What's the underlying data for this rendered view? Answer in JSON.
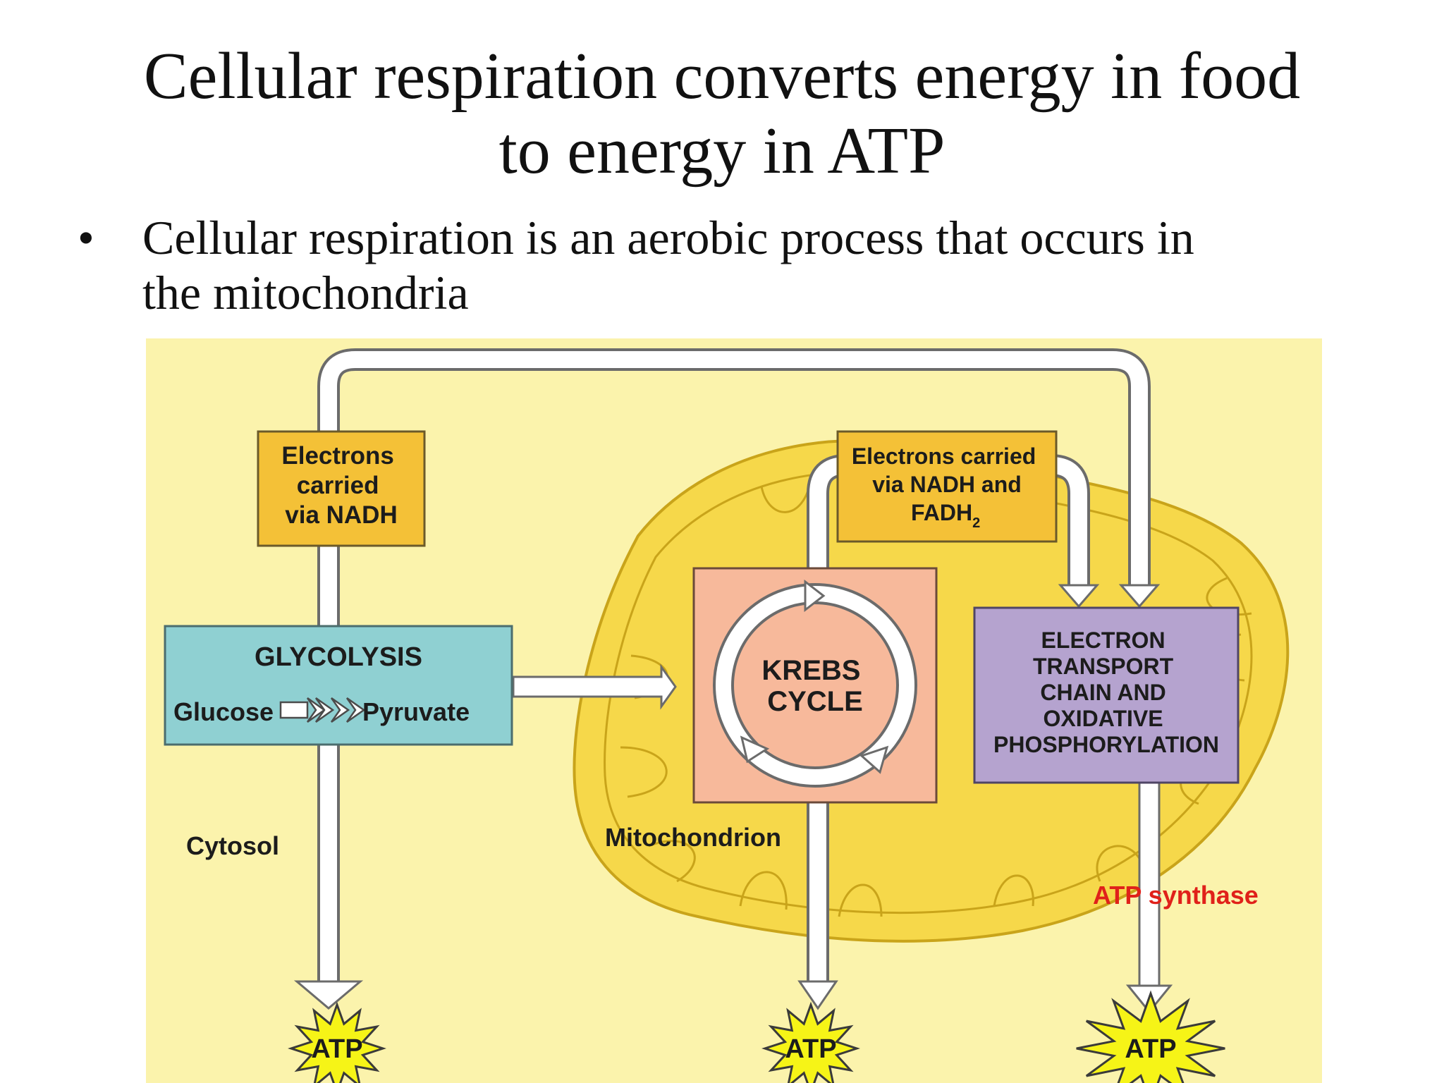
{
  "slide": {
    "title_line1": "Cellular respiration converts energy in food",
    "title_line2": "to energy in ATP",
    "bullet_symbol": "•",
    "bullet_line1": "Cellular respiration is an aerobic process that occurs in",
    "bullet_line2": "the mitochondria"
  },
  "diagram": {
    "electrons_nadh": [
      "Electrons",
      "carried",
      "via NADH"
    ],
    "electrons_nadh_fadh": [
      "Electrons carried",
      "via NADH and",
      "FADH"
    ],
    "fadh_subscript": "2",
    "glycolysis_title": "GLYCOLYSIS",
    "glucose": "Glucose",
    "pyruvate": "Pyruvate",
    "krebs": [
      "KREBS",
      "CYCLE"
    ],
    "etc": [
      "ELECTRON",
      "TRANSPORT",
      "CHAIN AND",
      "OXIDATIVE",
      "PHOSPHORYLATION"
    ],
    "cytosol": "Cytosol",
    "mitochondrion": "Mitochondrion",
    "atp_synthase": "ATP synthase",
    "atp_labels": [
      "ATP",
      "ATP",
      "ATP"
    ],
    "colors": {
      "background": "#fbf3ac",
      "mitochondrion_fill": "#f6d84a",
      "mitochondrion_stroke": "#c9a41a",
      "electron_box": "#f4c137",
      "glycolysis_box": "#8fd0d2",
      "krebs_box": "#f7b99b",
      "etc_box": "#b5a3cf",
      "atp_burst": "#f6f417",
      "atp_synthase_text": "#e0211a"
    }
  }
}
